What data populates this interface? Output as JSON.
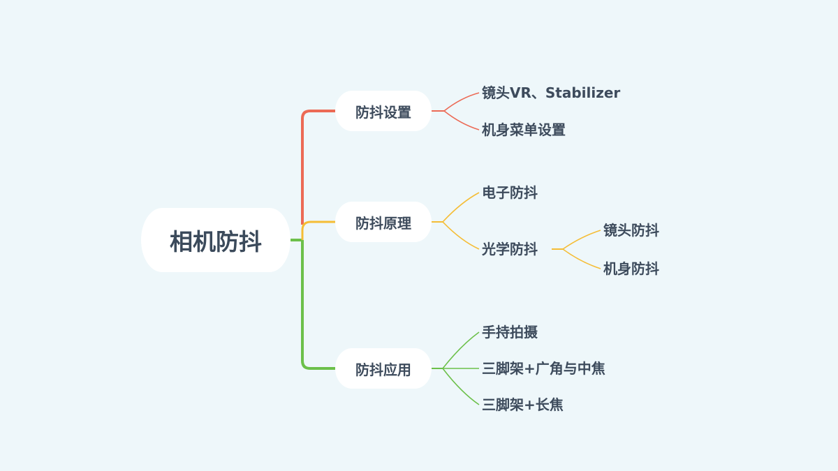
{
  "colors": {
    "background": "#eef7fa",
    "branch_settings": "#ec6a55",
    "branch_principle": "#f5bd35",
    "branch_application": "#6cc04a",
    "text": "#3d4b5c"
  },
  "root": {
    "label": "相机防抖"
  },
  "branches": {
    "settings": {
      "label": "防抖设置",
      "children": [
        "镜头VR、Stabilizer",
        "机身菜单设置"
      ]
    },
    "principle": {
      "label": "防抖原理",
      "children": [
        "电子防抖",
        "光学防抖"
      ],
      "optical_children": [
        "镜头防抖",
        "机身防抖"
      ]
    },
    "application": {
      "label": "防抖应用",
      "children": [
        "手持拍摄",
        "三脚架+广角与中焦",
        "三脚架+长焦"
      ]
    }
  }
}
